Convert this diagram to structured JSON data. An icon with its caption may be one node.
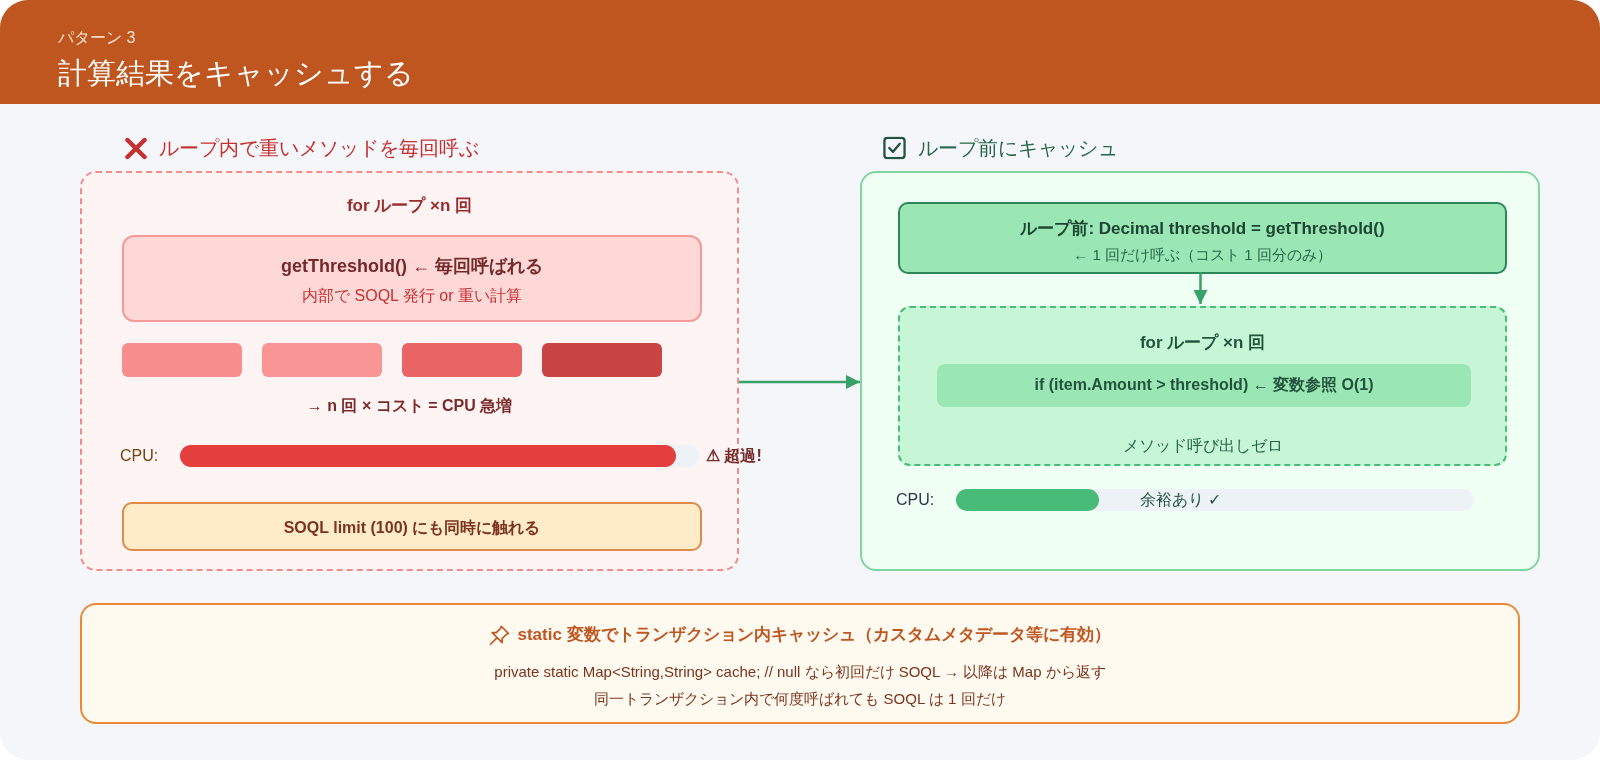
{
  "diagram": {
    "title": "計算結果をキャッシュする",
    "nodes": [
      {
        "text": [
          "ループ内で重いメソッドを毎回呼ぶ",
          "for ループ ×n 回",
          "→ n 回 × コスト = CPU 急増"
        ]
      },
      {
        "text": [
          "getThreshold() ← 毎回呼ばれる",
          "内部で SOQL 発行 or 重い計算"
        ],
        "in": 0
      },
      {
        "text": [],
        "shape": "box",
        "in": 0
      },
      {
        "text": [],
        "shape": "box",
        "in": 0
      },
      {
        "text": [],
        "shape": "box",
        "in": 0
      },
      {
        "text": [],
        "shape": "box",
        "in": 0
      },
      {
        "text": [
          "SOQL limit (100) にも同時に触れる"
        ],
        "in": 0
      },
      {
        "text": [
          "ループ前にキャッシュ"
        ]
      },
      {
        "text": [
          "ループ前: Decimal threshold = getThreshold()",
          "← 1 回だけ呼ぶ（コスト 1 回分のみ）"
        ],
        "in": 7
      },
      {
        "text": [
          "for ループ ×n 回",
          "メソッド呼び出しゼロ"
        ],
        "in": 7
      },
      {
        "text": [
          "if (item.Amount > threshold) ← 変数参照 O(1)"
        ],
        "in": 9
      },
      {
        "text": [
          "static 変数でトランザクション内キャッシュ（カスタムメタデータ等に有効）",
          "private static Map<String,String> cache; // null なら初回だけ SOQL → 以降は Map から返す",
          "同一トランザクション内で何度呼ばれても SOQL は 1 回だけ"
        ]
      }
    ],
    "edges": [
      {
        "from": 0,
        "to": 7,
        "arrow": "to"
      },
      {
        "from": 8,
        "to": 9,
        "arrow": "to"
      }
    ],
    "labels": [
      "パターン 3",
      "CPU:",
      "⚠ 超過!",
      "CPU:",
      "余裕あり ✓"
    ]
  }
}
